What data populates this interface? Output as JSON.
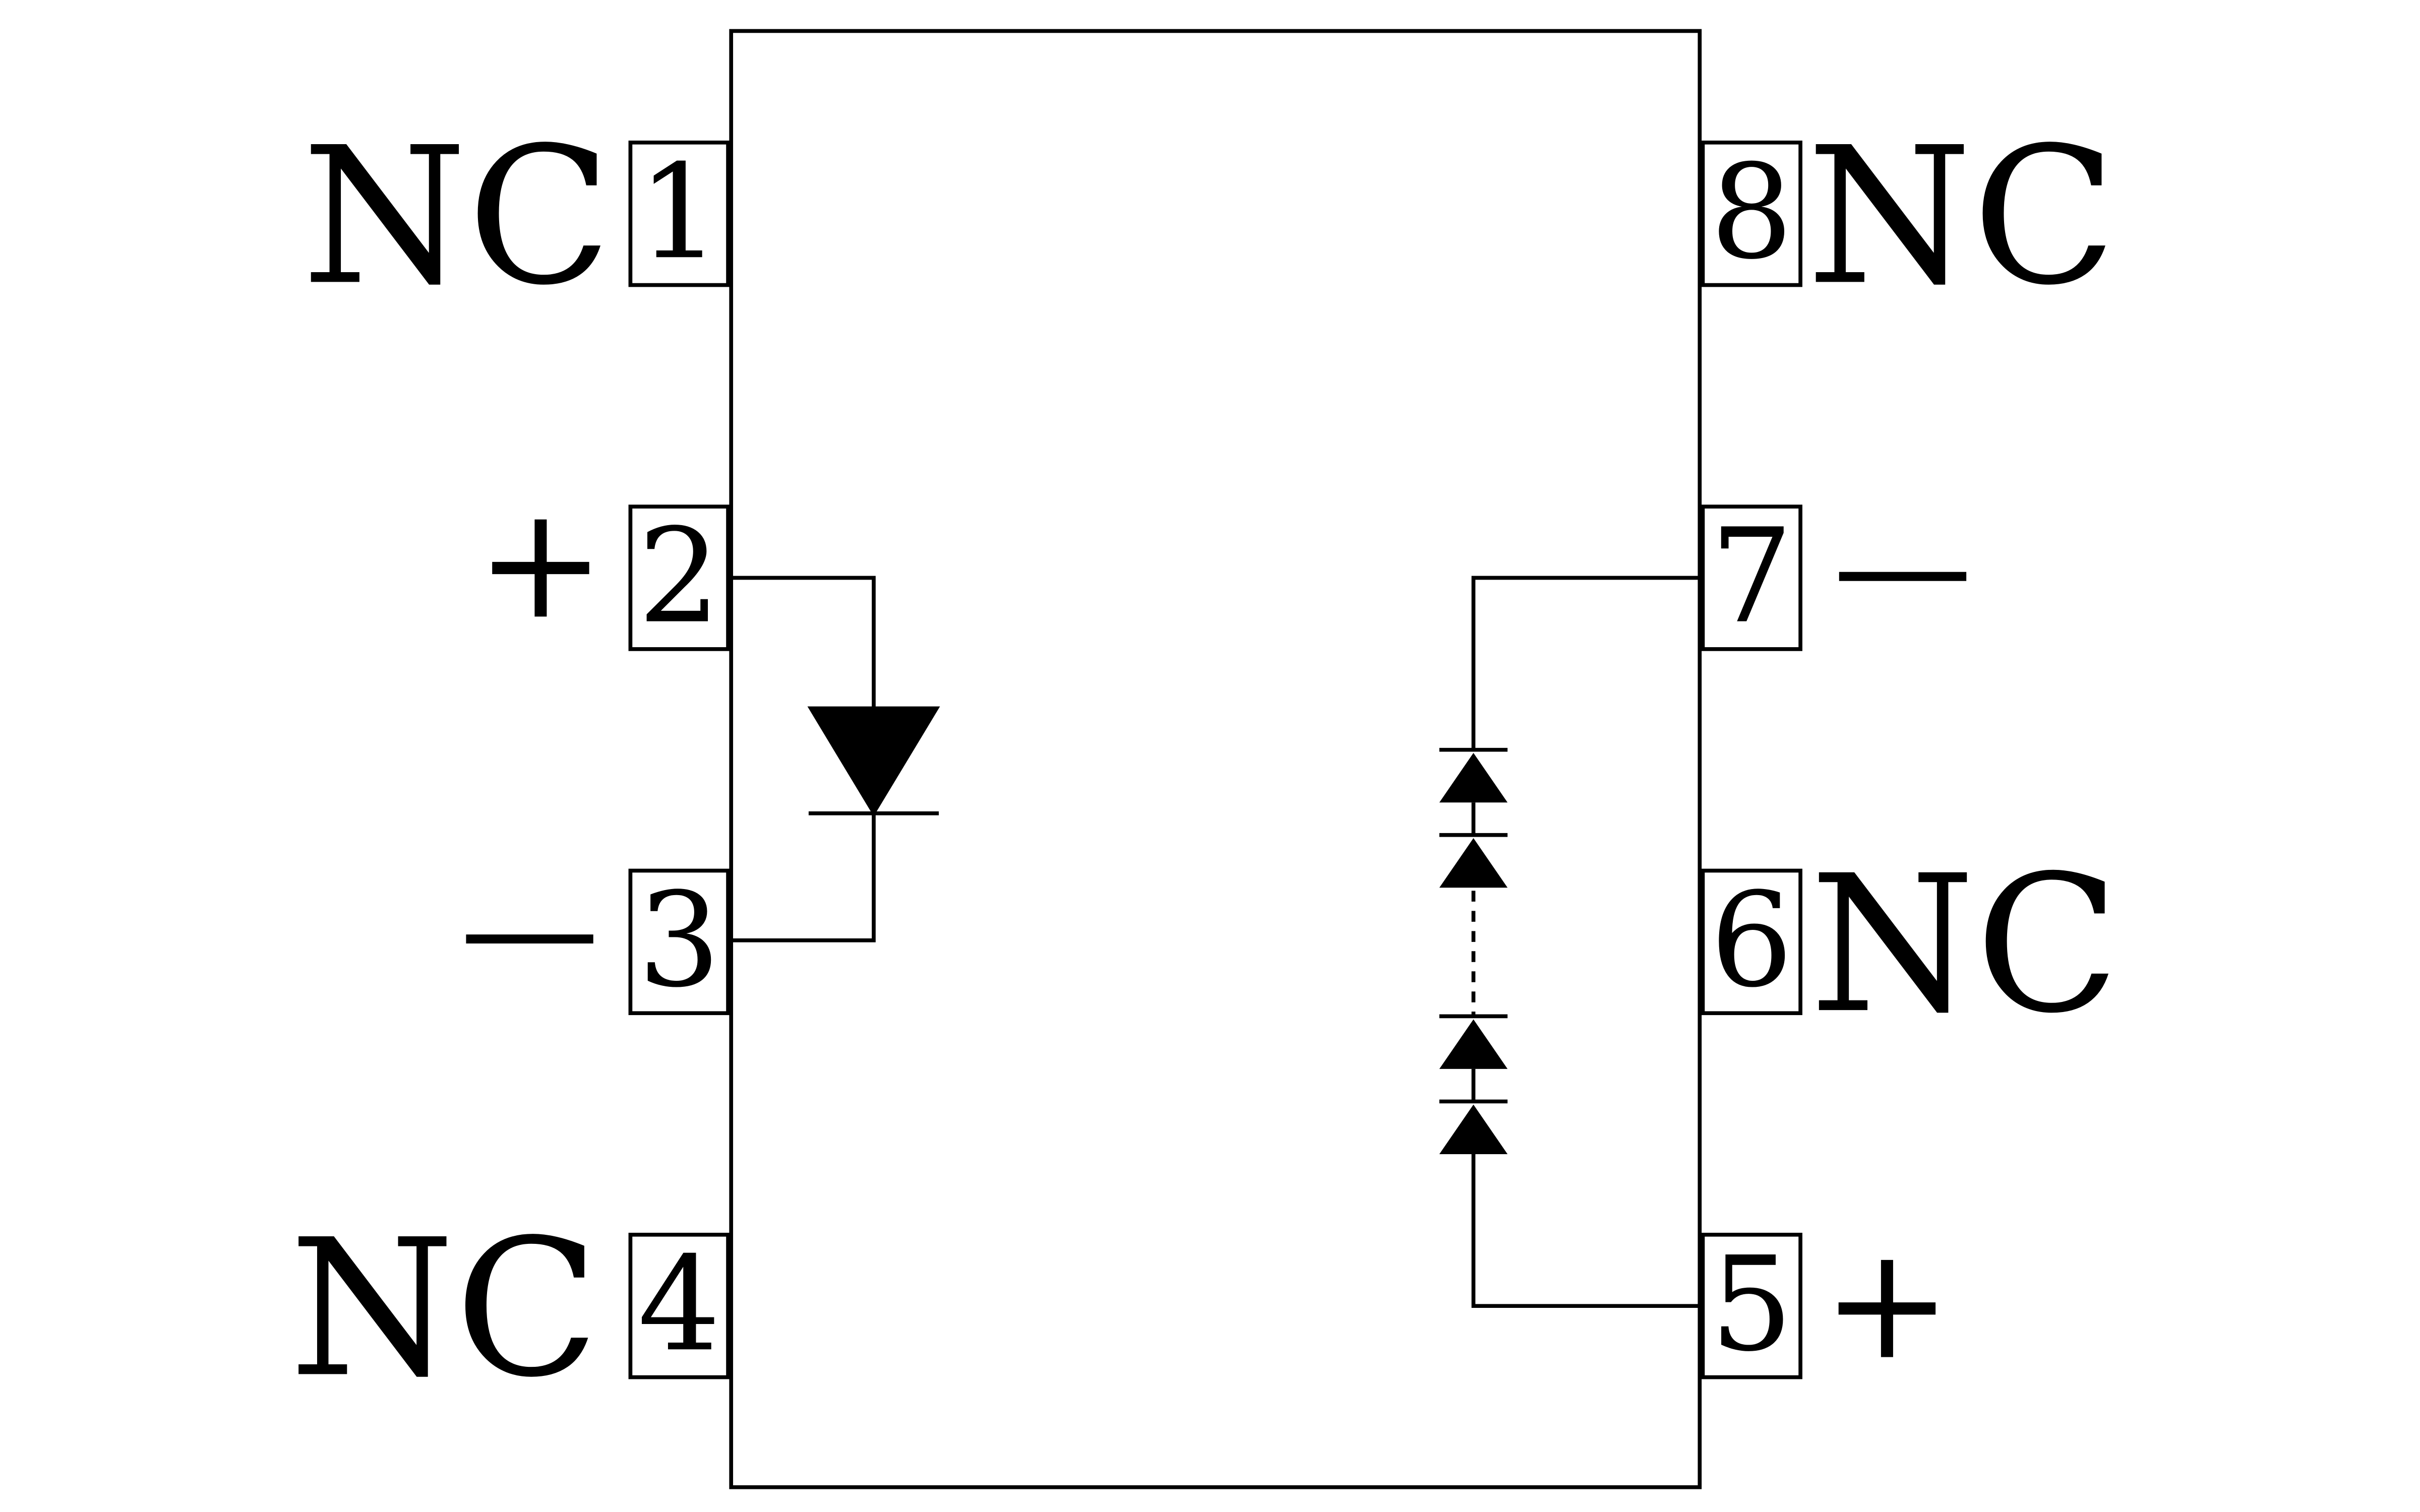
{
  "pins": [
    {
      "number": "1",
      "label": "NC"
    },
    {
      "number": "2",
      "label": "+"
    },
    {
      "number": "3",
      "label": "—"
    },
    {
      "number": "4",
      "label": "NC"
    },
    {
      "number": "5",
      "label": "+"
    },
    {
      "number": "6",
      "label": "NC"
    },
    {
      "number": "7",
      "label": "—"
    },
    {
      "number": "8",
      "label": "NC"
    }
  ],
  "colors": {
    "line": "#000000",
    "background": "#ffffff"
  }
}
